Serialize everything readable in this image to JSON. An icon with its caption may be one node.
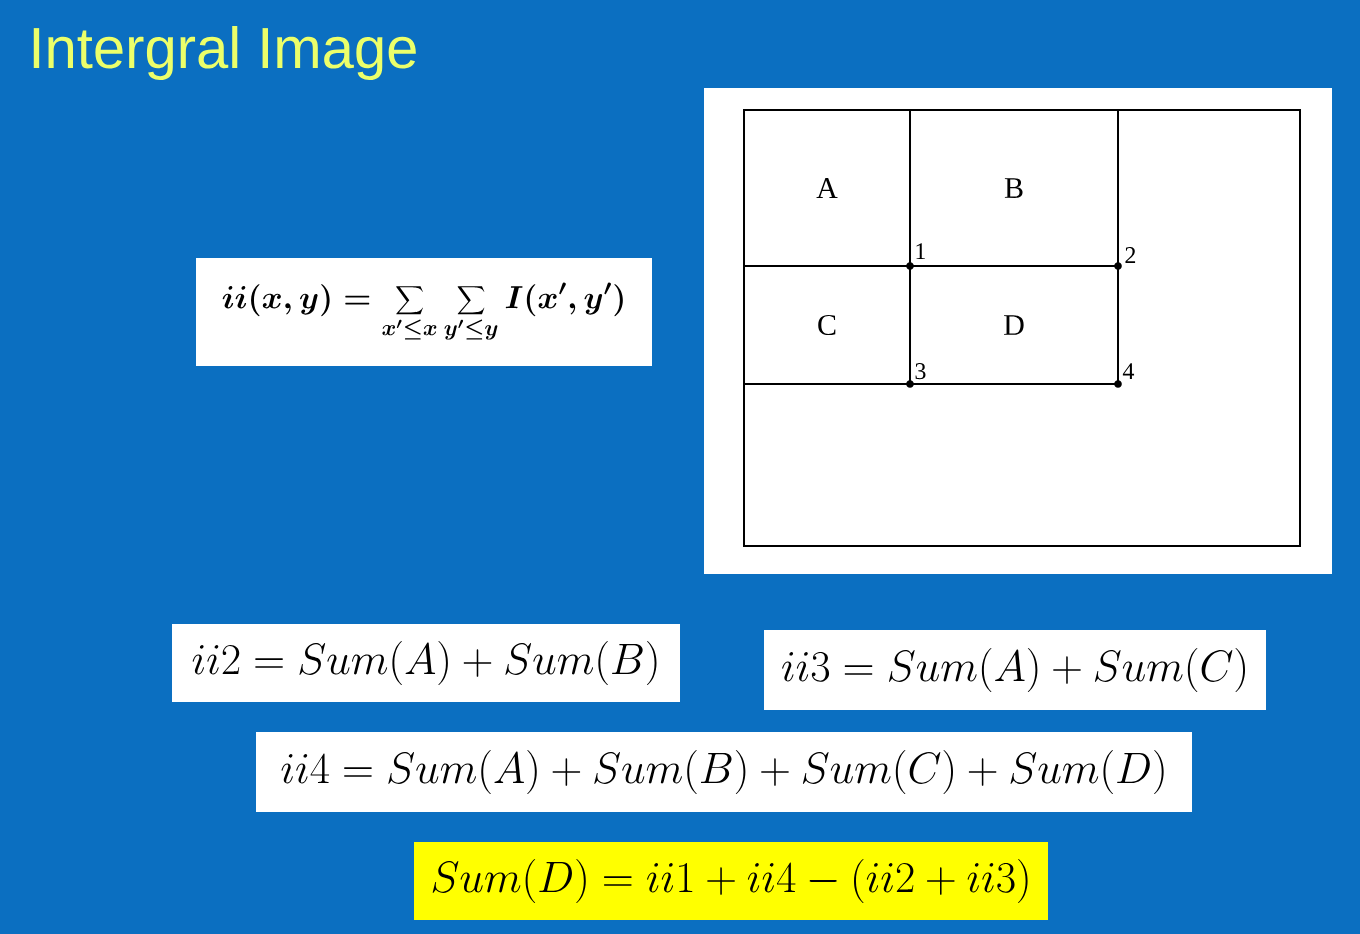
{
  "diagram": {
    "title": "Intergral Image",
    "nodes": [
      {
        "text": [
          "ii(x,y)=\\sum_{x'\\le x}\\sum_{y'\\le y}I(x',y')"
        ]
      },
      {
        "text": [],
        "shape": "box"
      },
      {
        "text": [
          "A"
        ],
        "in": 1
      },
      {
        "text": [
          "B"
        ],
        "in": 1
      },
      {
        "text": [
          "C"
        ],
        "in": 1
      },
      {
        "text": [
          "D"
        ],
        "in": 1
      },
      {
        "text": [
          "ii2=Sum(A)+Sum(B)"
        ]
      },
      {
        "text": [
          "ii3=Sum(A)+Sum(C)"
        ]
      },
      {
        "text": [
          "ii4=Sum(A)+Sum(B)+Sum(C)+Sum(D)"
        ]
      },
      {
        "text": [
          "Sum(D)=ii1+ii4-(ii2+ii3)"
        ]
      }
    ],
    "labels": [
      "1",
      "2",
      "3",
      "4"
    ]
  }
}
